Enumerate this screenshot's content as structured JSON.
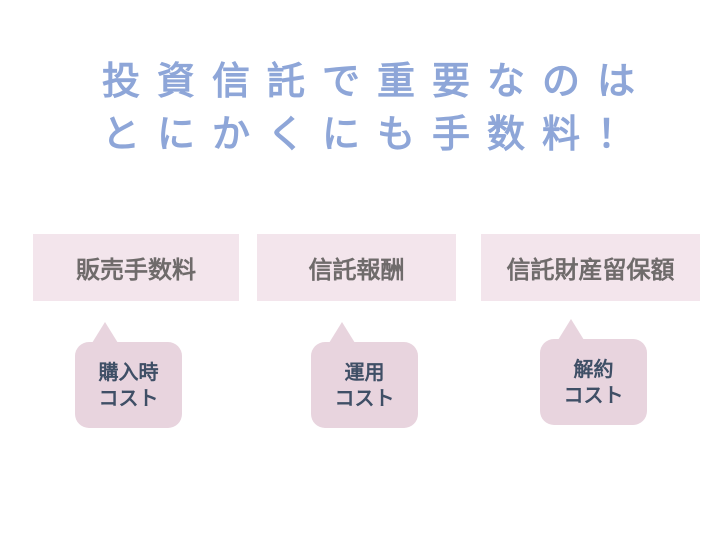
{
  "title": {
    "line1": "投資信託で重要なのは",
    "line2": "とにかくにも手数料！"
  },
  "fees": [
    {
      "label": "販売手数料",
      "cost_line1": "購入時",
      "cost_line2": "コスト"
    },
    {
      "label": "信託報酬",
      "cost_line1": "運用",
      "cost_line2": "コスト"
    },
    {
      "label": "信託財産留保額",
      "cost_line1": "解約",
      "cost_line2": "コスト"
    }
  ],
  "colors": {
    "title": "#8ea6d8",
    "box": "#f3e5ec",
    "bubble": "#e8d4de",
    "bubble_text": "#3f4f66"
  }
}
